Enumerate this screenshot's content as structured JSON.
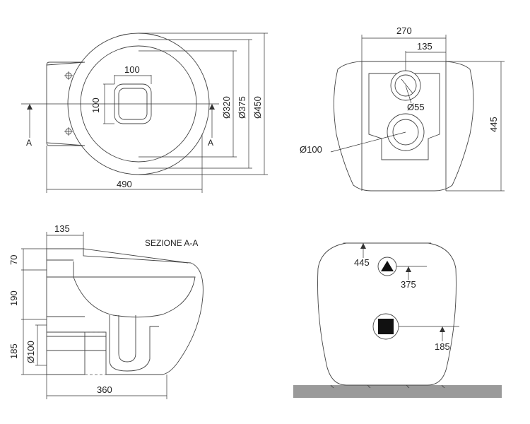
{
  "views": {
    "top": {
      "width_label": "490",
      "hole_label": "100",
      "hole_height_label": "100",
      "d320_label": "Ø320",
      "d375_label": "Ø375",
      "d450_label": "Ø450",
      "section_left": "A",
      "section_right": "A"
    },
    "rear": {
      "width_label": "270",
      "offset_label": "135",
      "d55_label": "Ø55",
      "d100_label": "Ø100",
      "height_label": "445"
    },
    "section": {
      "title": "SEZIONE A-A",
      "top_label": "135",
      "h70_label": "70",
      "h190_label": "190",
      "h185_label": "185",
      "d100_label": "Ø100",
      "depth_label": "360"
    },
    "front": {
      "top_label": "445",
      "middle_label": "375",
      "bottom_label": "185"
    }
  }
}
